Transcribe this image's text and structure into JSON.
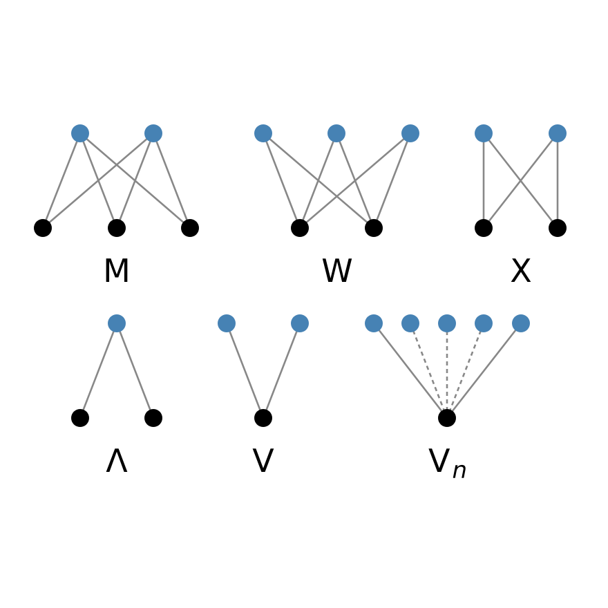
{
  "colors": {
    "top_node": "#4682b4",
    "bottom_node": "#000000",
    "edge": "#888888",
    "label": "#000000",
    "background": "#ffffff"
  },
  "graphs": [
    {
      "id": "m",
      "label": "M",
      "label_sub": ""
    },
    {
      "id": "w",
      "label": "W",
      "label_sub": ""
    },
    {
      "id": "x",
      "label": "X",
      "label_sub": ""
    },
    {
      "id": "lambda",
      "label": "Λ",
      "label_sub": ""
    },
    {
      "id": "v",
      "label": "V",
      "label_sub": ""
    },
    {
      "id": "vn",
      "label": "V",
      "label_sub": "n"
    }
  ]
}
